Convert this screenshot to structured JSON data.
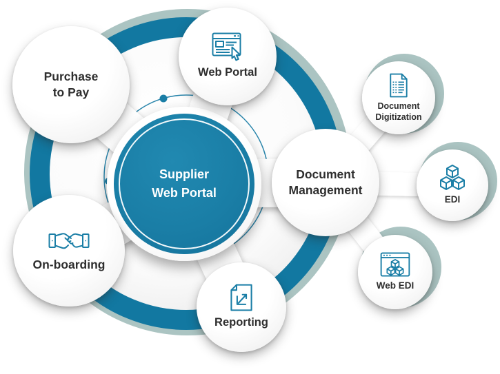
{
  "colors": {
    "accent_teal": "#1a7ea6",
    "ring_teal": "#1278a1",
    "sage_shadow": "#abc4c2",
    "label_text": "#2e2e2e",
    "hub_text": "#ffffff"
  },
  "hub": {
    "line1": "Supplier",
    "line2": "Web Portal"
  },
  "nodes": {
    "purchase_to_pay": {
      "line1": "Purchase",
      "line2": "to Pay"
    },
    "web_portal": {
      "label": "Web Portal",
      "icon": "browser-cursor-icon"
    },
    "document_management": {
      "line1": "Document",
      "line2": "Management"
    },
    "on_boarding": {
      "label": "On-boarding",
      "icon": "handshake-icon"
    },
    "reporting": {
      "label": "Reporting",
      "icon": "report-chart-icon"
    },
    "document_digitization": {
      "line1": "Document",
      "line2": "Digitization",
      "icon": "digitized-document-icon"
    },
    "edi": {
      "label": "EDI",
      "icon": "cubes-icon"
    },
    "web_edi": {
      "label": "Web EDI",
      "icon": "browser-cubes-icon"
    }
  }
}
